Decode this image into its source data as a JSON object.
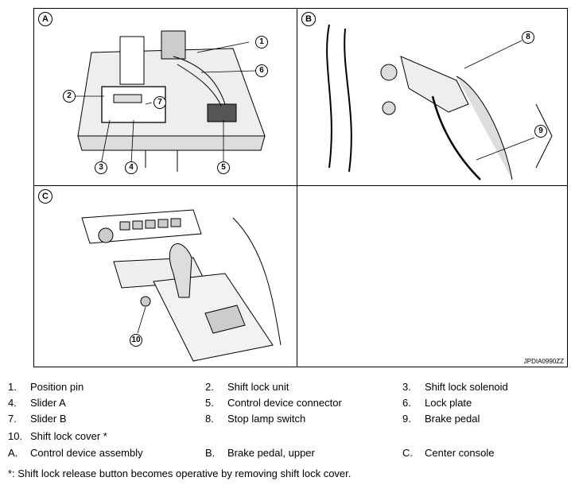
{
  "figure": {
    "panels": [
      {
        "label": "A"
      },
      {
        "label": "B"
      },
      {
        "label": "C"
      }
    ],
    "callouts": [
      "1",
      "2",
      "3",
      "4",
      "5",
      "6",
      "7",
      "8",
      "9",
      "10"
    ],
    "figure_id": "JPDIA0990ZZ"
  },
  "legend": {
    "items": [
      {
        "num": "1.",
        "text": "Position pin"
      },
      {
        "num": "2.",
        "text": "Shift lock unit"
      },
      {
        "num": "3.",
        "text": "Shift lock solenoid"
      },
      {
        "num": "4.",
        "text": "Slider A"
      },
      {
        "num": "5.",
        "text": "Control device connector"
      },
      {
        "num": "6.",
        "text": "Lock plate"
      },
      {
        "num": "7.",
        "text": "Slider B"
      },
      {
        "num": "8.",
        "text": "Stop lamp switch"
      },
      {
        "num": "9.",
        "text": "Brake pedal"
      },
      {
        "num": "10.",
        "text": "Shift lock cover *"
      },
      {
        "num": "A.",
        "text": "Control device assembly"
      },
      {
        "num": "B.",
        "text": "Brake pedal, upper"
      },
      {
        "num": "C.",
        "text": "Center console"
      }
    ],
    "footnote": "*: Shift lock release button becomes operative by removing shift lock cover."
  }
}
